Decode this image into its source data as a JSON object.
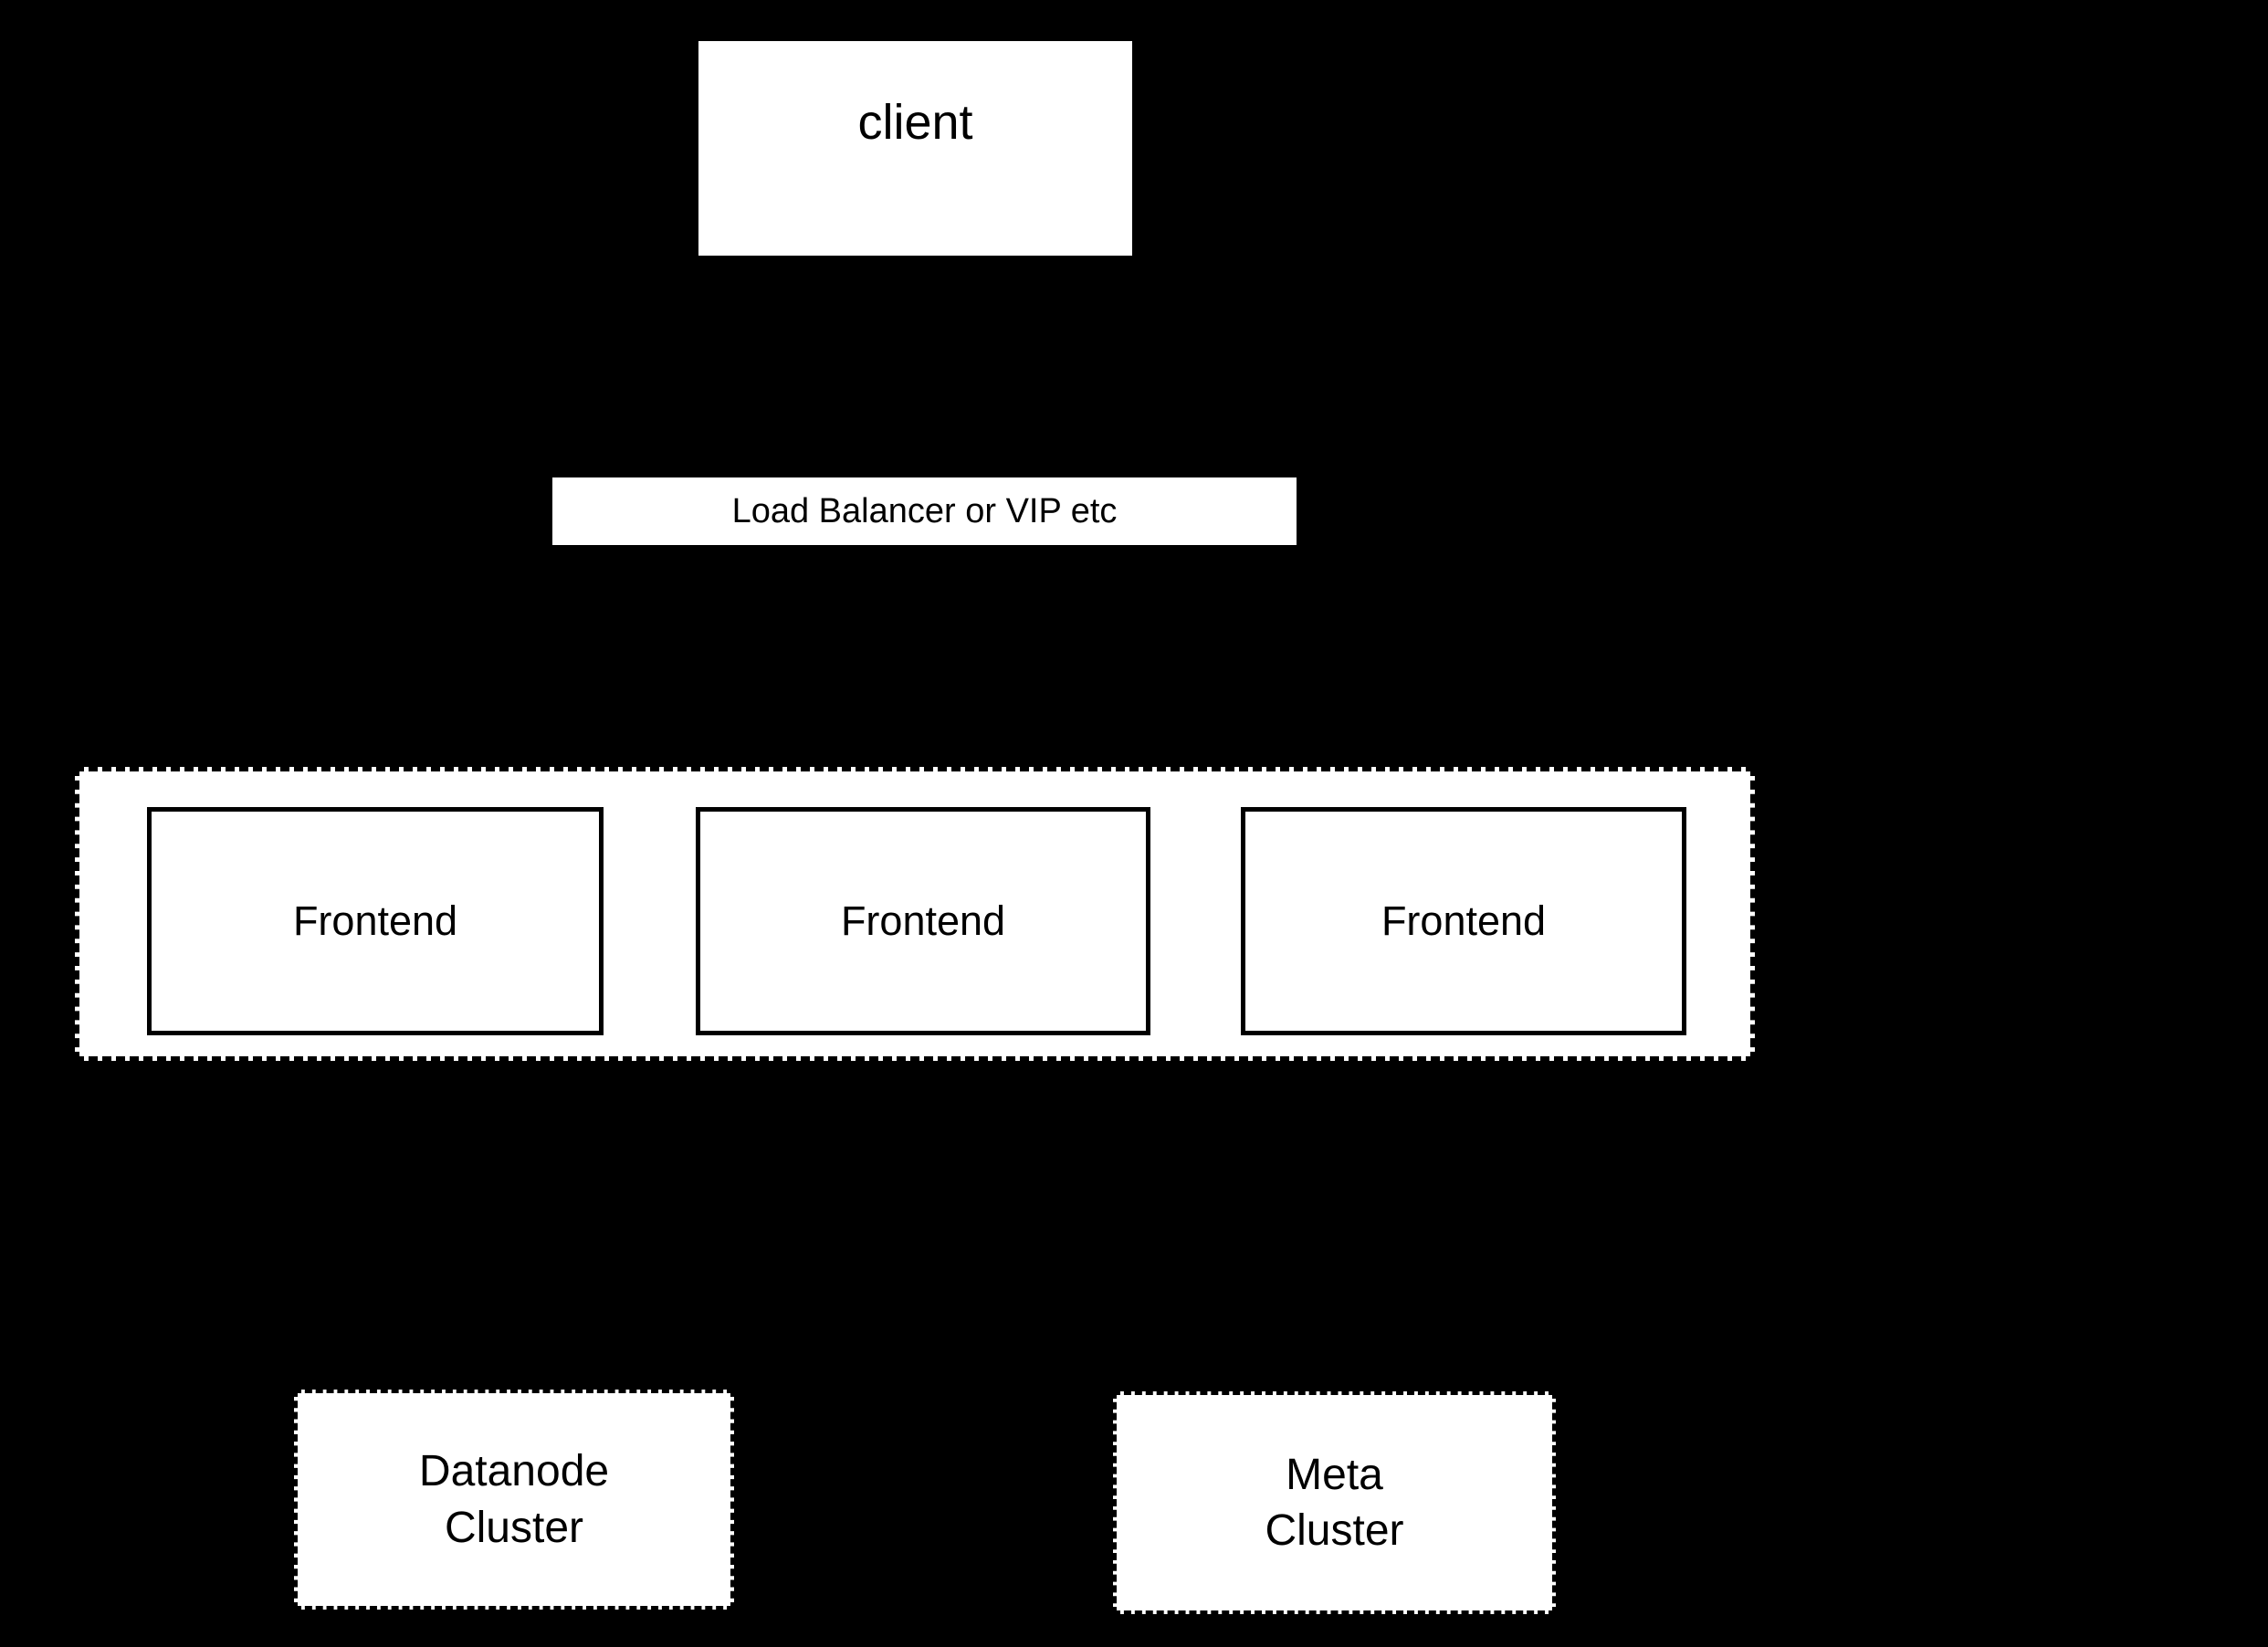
{
  "diagram": {
    "background_color": "#000000",
    "node_fill_color": "#ffffff",
    "stroke_color": "#000000",
    "nodes": {
      "client": {
        "label": "client"
      },
      "load_balancer": {
        "label": "Load Balancer or VIP etc"
      },
      "frontend_group": {
        "members": [
          {
            "label": "Frontend"
          },
          {
            "label": "Frontend"
          },
          {
            "label": "Frontend"
          }
        ]
      },
      "datanode_cluster": {
        "line1": "Datanode",
        "line2": "Cluster"
      },
      "meta_cluster": {
        "line1": "Meta",
        "line2": "Cluster"
      }
    }
  }
}
